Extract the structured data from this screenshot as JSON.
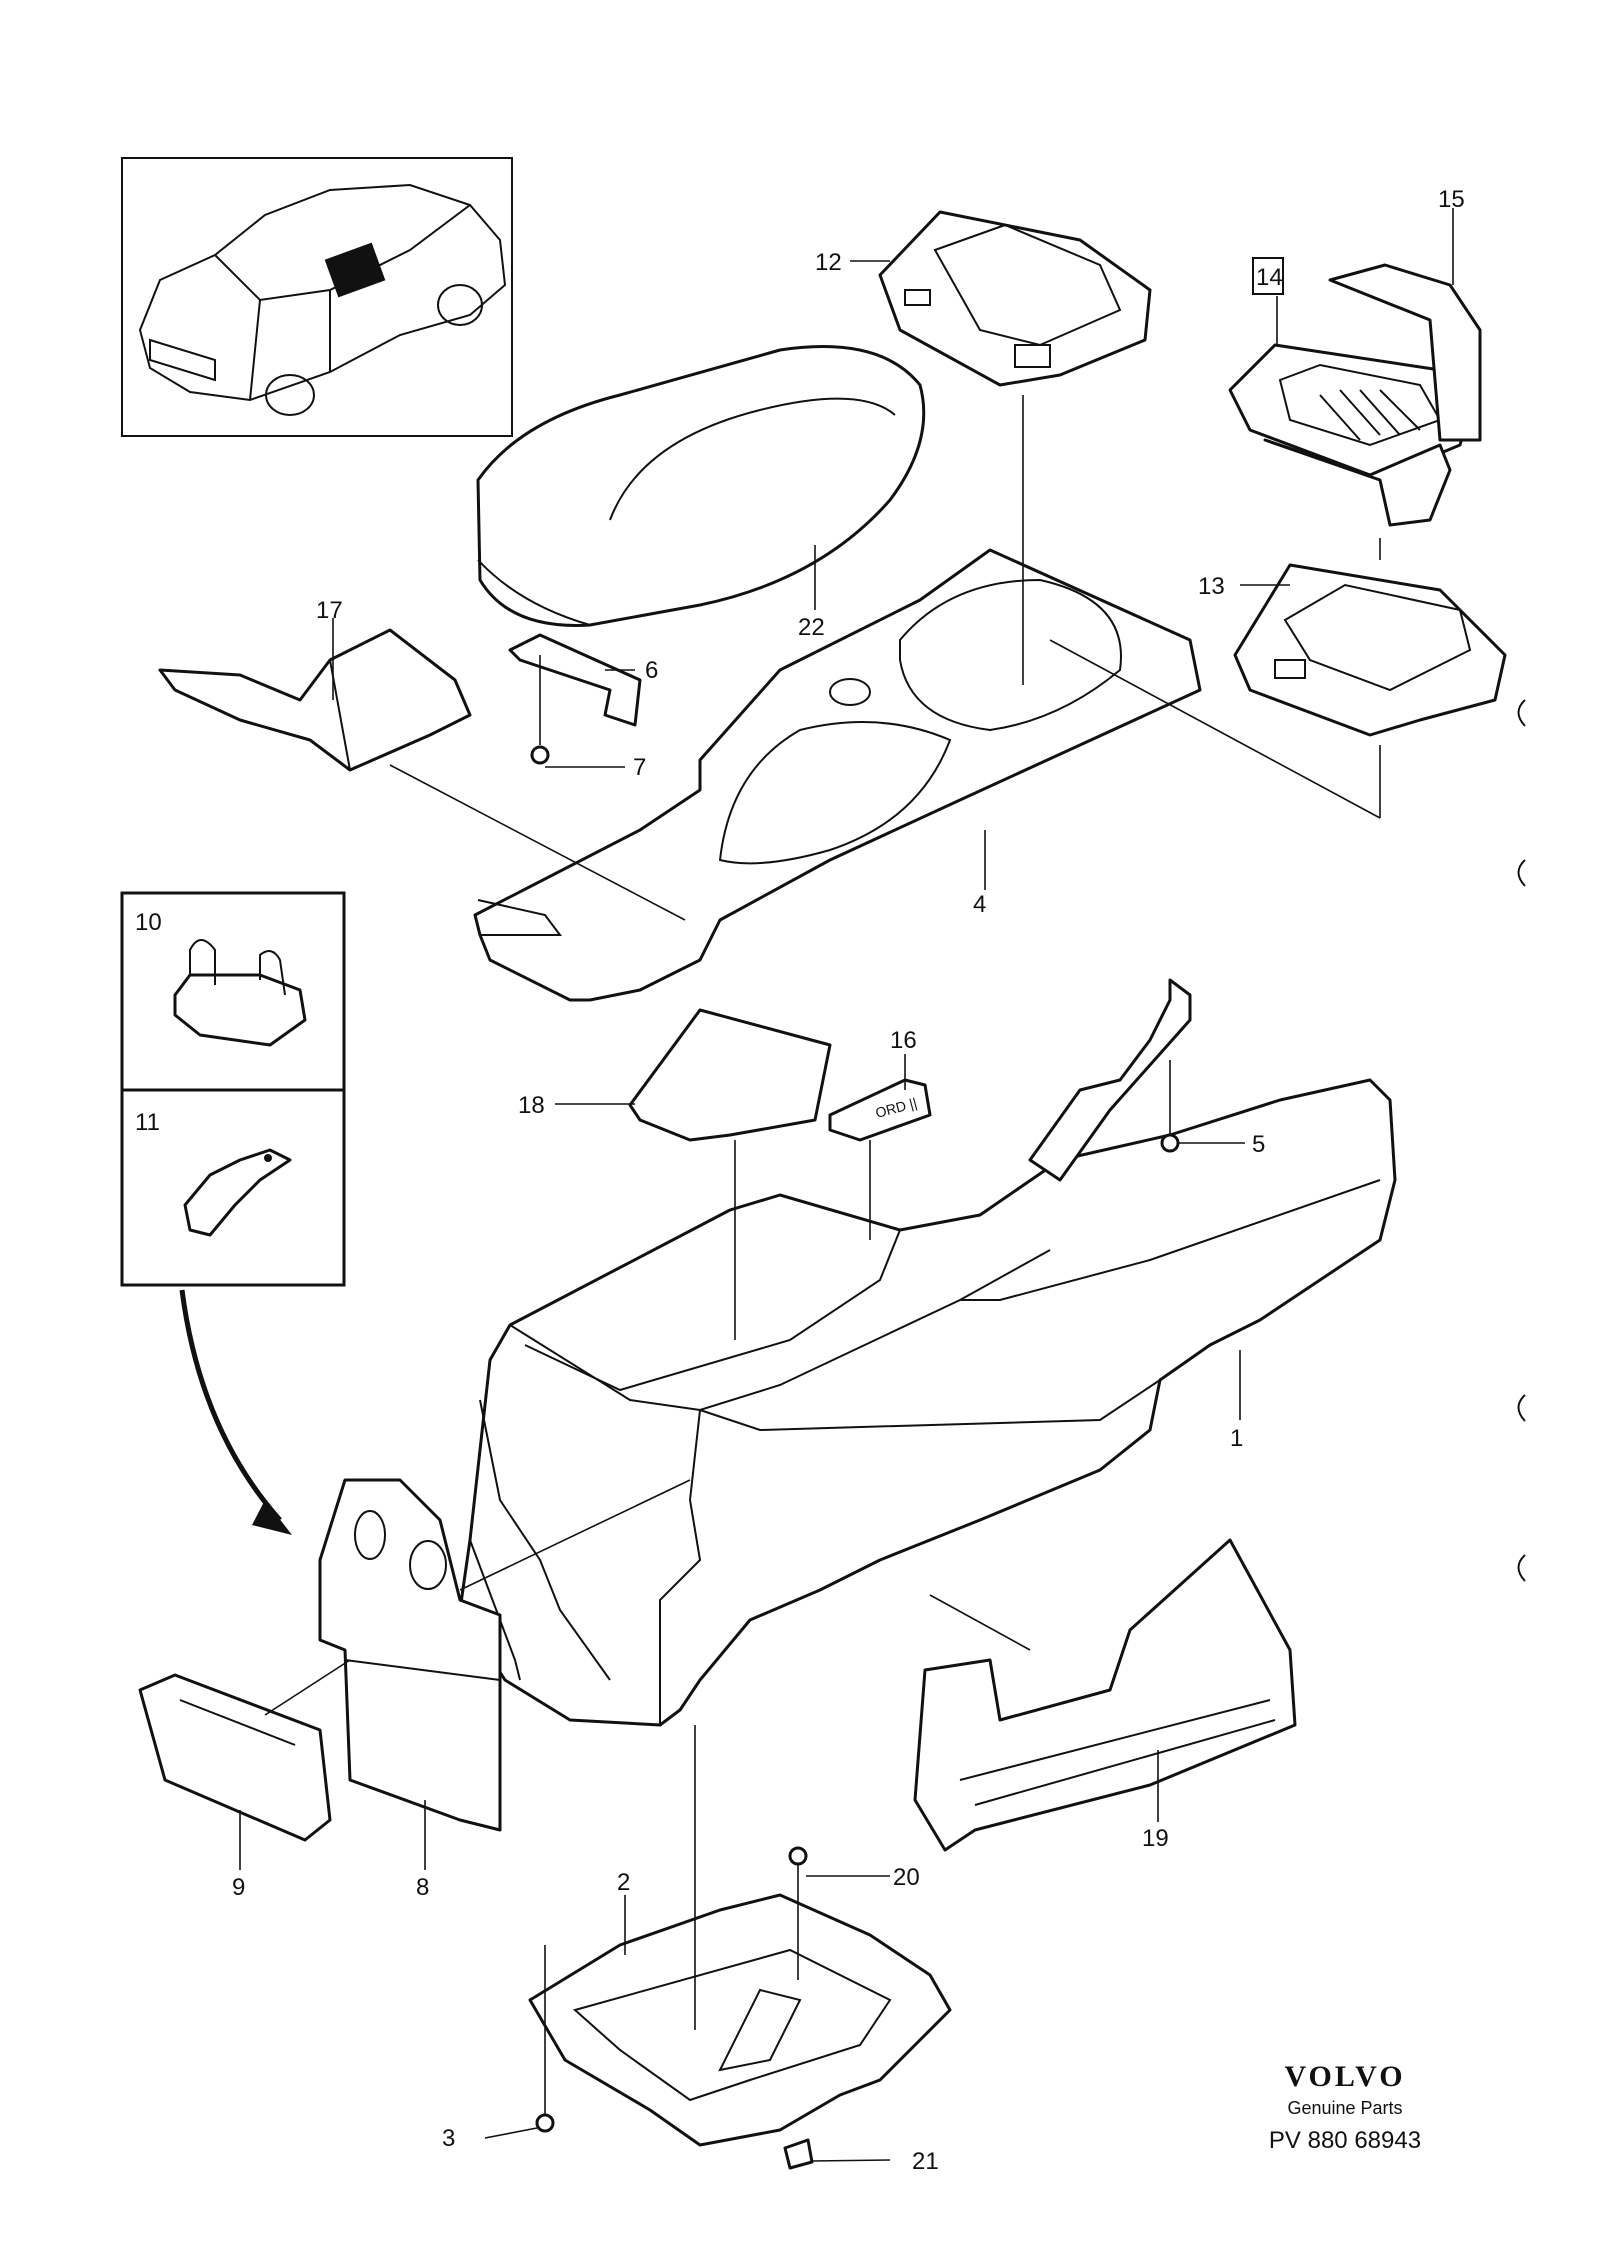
{
  "labels": {
    "p1": "1",
    "p2": "2",
    "p3": "3",
    "p4": "4",
    "p5": "5",
    "p6": "6",
    "p7": "7",
    "p8": "8",
    "p9": "9",
    "p10": "10",
    "p11": "11",
    "p12": "12",
    "p13": "13",
    "p14": "14",
    "p15": "15",
    "p16": "16",
    "p17": "17",
    "p18": "18",
    "p19": "19",
    "p20": "20",
    "p21": "21",
    "p22": "22"
  },
  "brand": {
    "logo": "VOLVO",
    "subtitle": "Genuine Parts",
    "reference": "PV 880 68943"
  }
}
